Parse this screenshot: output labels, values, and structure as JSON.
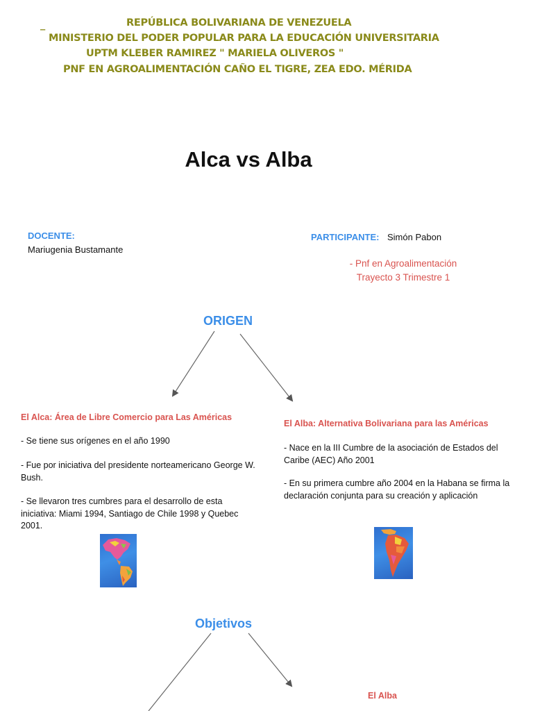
{
  "header": {
    "dash": "_",
    "line1": "REPÚBLICA BOLIVARIANA DE VENEZUELA",
    "line2": "MINISTERIO DEL PODER POPULAR PARA LA EDUCACIÓN UNIVERSITARIA",
    "line3": "UPTM KLEBER RAMIREZ \" MARIELA  OLIVEROS \"",
    "line4": "PNF EN AGROALIMENTACIÓN  CAÑO EL TIGRE,  ZEA  EDO.  MÉRIDA"
  },
  "title": "Alca vs Alba",
  "docente": {
    "label": "DOCENTE:",
    "name": "Mariugenia Bustamante"
  },
  "participante": {
    "label": "PARTICIPANTE:",
    "name": "Simón Pabon",
    "program": "- Pnf en Agroalimentación",
    "trayecto": "Trayecto 3 Trimestre 1"
  },
  "origen": {
    "heading": "ORIGEN",
    "alca": {
      "title": "El Alca: Área de Libre Comercio para Las Américas",
      "p1": "- Se tiene sus orígenes en el año 1990",
      "p2": "- Fue por iniciativa del presidente norteamericano George W. Bush.",
      "p3": "- Se llevaron tres cumbres para el desarrollo de esta iniciativa: Miami 1994, Santiago de Chile 1998 y Quebec 2001."
    },
    "alba": {
      "title": "El Alba: Alternativa Bolivariana para las Américas",
      "p1": "- Nace en la III Cumbre de la asociación de Estados del Caribe (AEC) Año 2001",
      "p2": "- En su primera cumbre año 2004 en la Habana se firma la declaración conjunta para su creación y aplicación"
    }
  },
  "objetivos": {
    "heading": "Objetivos",
    "alba_label": "El Alba"
  }
}
